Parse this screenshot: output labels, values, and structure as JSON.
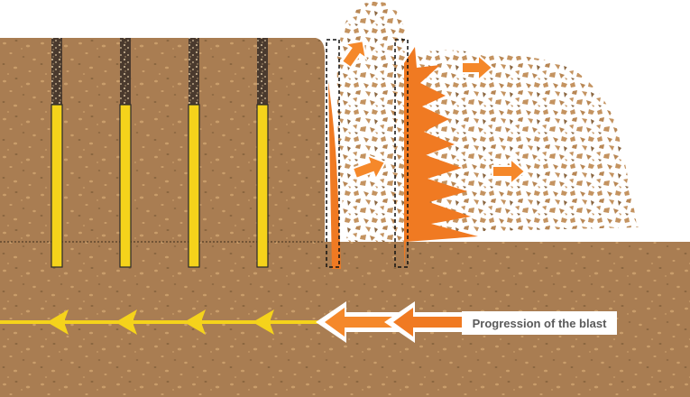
{
  "caption": "Progression of the blast",
  "colors": {
    "ground": "#a97d52",
    "ground_pebble": "#c99d6a",
    "ground_pebble_dark": "#8a6640",
    "explosive": "#f5d31b",
    "stemming": "#4a3a2e",
    "detonation": "#f07a22",
    "debris_pebble": "#c49360",
    "arrow_fill": "#f5882a",
    "progress_line": "#f5d31b",
    "progress_active": "#f07a22"
  },
  "icons": {
    "blast_hole": "vertical-charged-borehole",
    "fired_hole": "dashed-fired-borehole",
    "debris_arrow": "orange-arrow-icon",
    "progress_arrow": "chevron-left-arrow-icon"
  },
  "blast_sequence": {
    "unfired_holes": 4,
    "fired_holes": 2,
    "projection_arrows": 4,
    "progress_arrows_pending": 4,
    "progress_arrows_active": 2
  }
}
